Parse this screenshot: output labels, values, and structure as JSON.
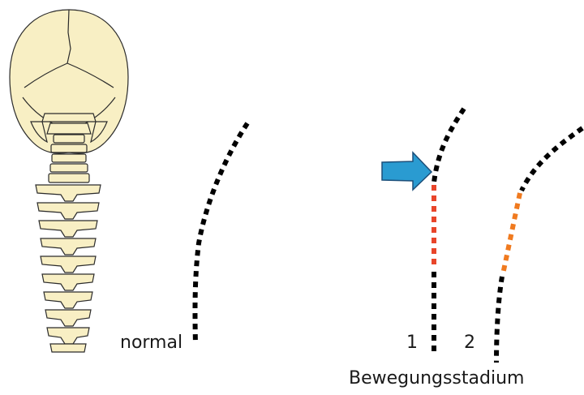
{
  "labels": {
    "normal": "normal",
    "stage_1": "1",
    "stage_2": "2",
    "caption": "Bewegungsstadium"
  },
  "colors": {
    "bone_fill": "#f8efc4",
    "bone_stroke": "#2b2b2b",
    "dash_black": "#000000",
    "dash_red": "#e8452a",
    "dash_orange": "#f07a1f",
    "arrow_fill": "#2a9bd1",
    "arrow_stroke": "#1c4f7a"
  },
  "icons": {
    "arrow": "arrow-right-icon",
    "skull": "skull-spine-illustration"
  }
}
